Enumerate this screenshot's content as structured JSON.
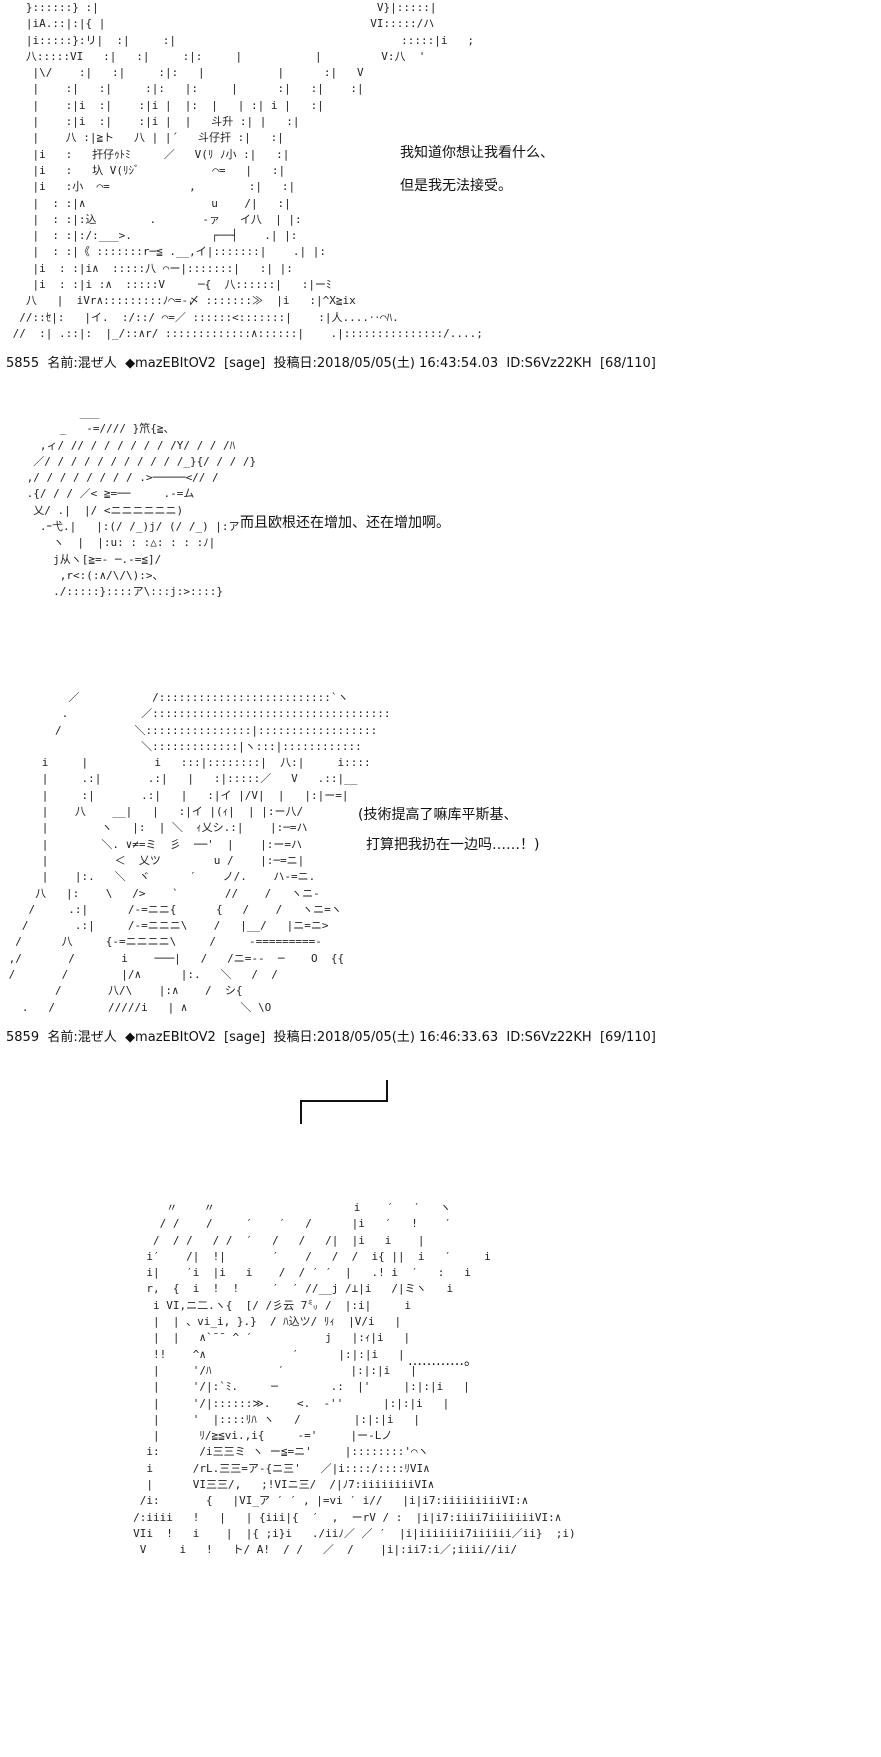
{
  "posts": [
    {
      "id": "post-5855",
      "number": "5855",
      "name_label": "名前:",
      "name": "混ぜ人",
      "trip": "◆mazEBItOV2",
      "mail": "[sage]",
      "date_label": "投稿日:",
      "date": "2018/05/05(土) 16:43:54.03",
      "user_id": "ID:S6Vz22KH",
      "count": "[68/110]"
    },
    {
      "id": "post-5859",
      "number": "5859",
      "name_label": "名前:",
      "name": "混ぜ人",
      "trip": "◆mazEBItOV2",
      "mail": "[sage]",
      "date_label": "投稿日:",
      "date": "2018/05/05(土) 16:46:33.63",
      "user_id": "ID:S6Vz22KH",
      "count": "[69/110]"
    }
  ],
  "dialogue": {
    "scene1_line1": "我知道你想让我看什么、",
    "scene1_line2": "但是我无法接受。",
    "scene2_line1": "而且欧根还在增加、还在增加啊。",
    "scene3_line1": "(技術提高了嘛库平斯基、",
    "scene3_line2": "打算把我扔在一边吗……！)",
    "scene4_box": "┌……┘",
    "scene5_line1": "…………。"
  },
  "ascii_art": {
    "art1": "   }::::::} :|                                          V}|:::::|\n   |iA.::|:|{ |                                        VI:::::/ハ\n   |i:::::}:リ|  :|     :|                                  :::::|i   ;\n   八:::::VI   :|   :|     :|:     |           |         V:八  '\n    |\\/    :|   :|     :|:   |           |      :|   V\n    |    :|   :|     :|:   |:     |      :|   :|    :|\n    |    :|i  :|    :|i |  |:  |   | :| i |   :|\n    |    :|i  :|    :|i |  |   斗升 :| |   :|\n    |    八 :|≧ト   八 | |´   斗仔扞 :|   :|\n    |i   :   扞仔ｩﾄﾐ     ／   V(ﾘ ﾉ小 :|   :|\n    |i   :   圦 V(ﾘｼﾞ           ⌒=   |   :|\n    |i   :小  ⌒=            ,        :|   :|\n    |  : :|∧                   u    /|   :|\n    |  : :|:込        .       -ァ   イ八  | |:\n    |  : :|:/:___>.            ┌──┤    .| |:\n    |  : :|《 :::::::r─≦ .__,イ|:::::::|    .| |:\n    |i  : :|i∧  :::::八 ⌒ー|:::::::|   :| |:\n    |i  : :|i :∧  :::::V     ─{  八::::::|   :|ーﾐ\n   八   |  iVr∧:::::::::ﾉ⌒=-〆 :::::::≫  |i   :|^X≧ix\n  //::ｾ|:   |イ.  :/::/ ⌒=／ ::::::<:::::::|    :|人....‥⌒ﾊ.\n //  :| .::|:  |_/::∧r/ :::::::::::::∧::::::|    .|:::::::::::::::/....;",
    "art2": "         ___\n      _   -=//// }笊{≧、\n   ,ィ/ // / / / / / / /Y/ / / /ﾊ\n  ／/ / / / / / / / / / /_}{/ / / /}\n ,/ / / / / / / / .>─────<// /\n .{/ / / ／< ≧=──     .-=ム\n  乂/ .|  |/ <ニニニニニニ)\n   .ｰ弋.|   |:(/ /_)j/ (/ /_) |:ア\n     ヽ  |  |:u: : :△: : : :ﾉ|\n     j从ヽ[≧=- ─.-=≦]/\n      ,r<:(:∧/\\/\\):>、\n     ./:::::}::::ア\\:::j:>::::}",
    "art3": "          ／           /::::::::::::::::::::::::::`ヽ\n         .           ／::::::::::::::::::::::::::::::::::::\n        /           ＼::::::::::::::::|::::::::::::::::::\n                     ＼:::::::::::::|ヽ:::|::::::::::::\n      i     |          i   :::|::::::::|  八:|     i::::\n      |     .:|       .:|   |   :|:::::／   V   .::|__\n      |     :|       .:|   |   :|イ |/V|  |   |:|ー=|\n      |    八    __|   |   :|イ |(ｨ|  | |:ー八/\n      |        ヽ   |:  | ＼  ｨ乂シ.:|    |:─=ハ\n      |        ＼. ∨≠=ミ  彡  ──'  |    |:ー=ハ\n      |          ＜  乂ツ        u /    |:─=ニ|\n      |    |:.   ＼  ヾ      ′    ノ/.    ハ-=ニ.\n     八   |:    \\   />    `       //    /   ヽニ-\n    /     .:|      /-=ニニ{      {   /    /   ヽニ=ヽ\n   /       .:|     /-=ニニニ\\    /   |__/   |ニ=ニ>\n  /      八     {-=ニニニニ\\     /     -=========-\n ,/       /       i    ───|   /   /ニ=--  ─    O  {{\n /       /        |/∧      |:.   ＼   /  /\n        /       八/\\    |:∧    /  シ{\n   .   /        /////i   | ∧        ＼ \\O",
    "art4": "          〃    〃                     i    ′   ′   ヽ\n         / /    /     ′    ′   /      |i   ′   !    ′\n        /  / /   / /  ′   /   /   /|  |i   i    |\n       i′    /|  !|       ′    /   /  /  i{ ||  i   ′     i\n       i|    ′i  |i   i    /  / ′ ′  |   .! i  ′   :   i\n       r,  {  i  !  !     ′  ′ //__j /⊥|i   /|ミヽ   i\n        i VI,ニ二.ヽ{  [/ /彡云 7㍉ /  |:i|     i\n        |  | 、vi_i, }.}  / ﾊ込ツ/ ﾘｨ  |V/i   |\n        |  |   ∧`¯¯ ^ ′           j   |:ｨ|i   |\n        !!    ^∧             ′      |:|:|i   |\n        |     '/ﾊ          ′          |:|:|i   |\n        |     '/|:`ﾐ.     ─        .:  |'     |:|:|i   |\n        |     '/|::::::≫.    <.  -''      |:|:|i   |\n        |     '  |::::ﾘﾊ ヽ   /        |:|:|i   |\n        |      ﾘ/≧≦vi.,i{     -='     |ー-Lノ\n       i:      /i三三ミ ヽ ー≦=ニ'     |::::::::'⌒ヽ\n       i      /rL.三三=ア-{ニ三'   ／|i::::/::::ﾘVI∧\n       |      VI三三/,   ;!VIニ三/  /|ﾉ7:iiiiiiiiVI∧\n      /i:       {   |VI_ア ′ ′ , |=vi ′ i//   |i|i7:iiiiiiiiiVI:∧\n     /:iiii   !   |   | {iii|{  ′  ,  ーrV / :  |i|i7:iiii7iiiiiiiVI:∧\n     VIi  !   i    |  |{ ;i}i   ./iiﾉ／ ／ ′  |i|iiiiiii7iiiiii／ii}  ;i)\n      V     i   !   ト/ A!  / /   ／  /    |i|:ii7:i／;iiii//ii/"
  }
}
